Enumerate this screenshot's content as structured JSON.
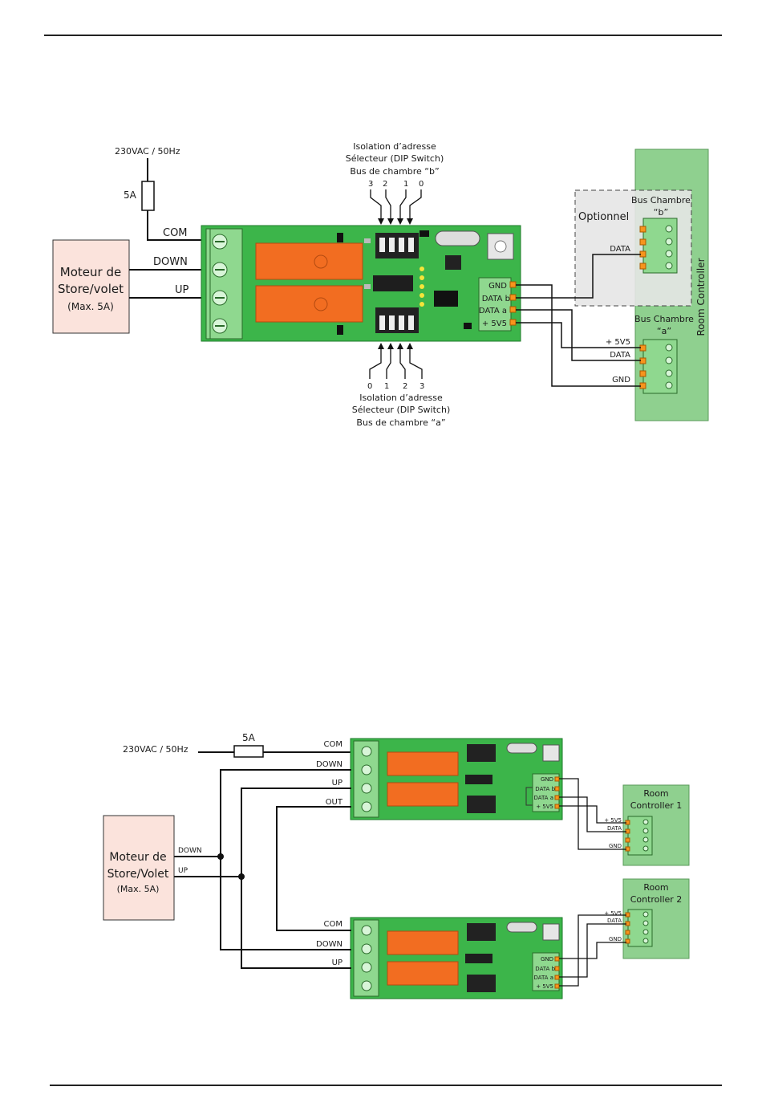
{
  "diagram1": {
    "supply_label": "230VAC / 50Hz",
    "fuse_label": "5A",
    "motor_line1": "Moteur de",
    "motor_line2": "Store/volet",
    "motor_line3": "(Max. 5A)",
    "terminal_com": "COM",
    "terminal_down": "DOWN",
    "terminal_up": "UP",
    "dip_b_line1": "Isolation d’adresse",
    "dip_b_line2": "Sélecteur (DIP Switch)",
    "dip_b_line3": "Bus de chambre “b”",
    "dip_b_bits": [
      "3",
      "2",
      "1",
      "0"
    ],
    "dip_a_bits": [
      "0",
      "1",
      "2",
      "3"
    ],
    "dip_a_line1": "Isolation d’adresse",
    "dip_a_line2": "Sélecteur (DIP Switch)",
    "dip_a_line3": "Bus de chambre “a”",
    "pin_gnd": "GND",
    "pin_data_b": "DATA b",
    "pin_data_a": "DATA a",
    "pin_5v5": "+ 5V5",
    "optional_label": "Optionnel",
    "bus_b_line1": "Bus Chambre",
    "bus_b_line2": "“b”",
    "bus_b_data": "DATA",
    "bus_a_line1": "Bus Chambre",
    "bus_a_line2": "“a”",
    "bus_a_5v5": "+ 5V5",
    "bus_a_data": "DATA",
    "bus_a_gnd": "GND",
    "room_controller": "Room Controller"
  },
  "diagram2": {
    "supply_label": "230VAC / 50Hz",
    "fuse_label": "5A",
    "m1_com": "COM",
    "m1_down": "DOWN",
    "m1_up": "UP",
    "m1_out": "OUT",
    "m2_com": "COM",
    "m2_down": "DOWN",
    "m2_up": "UP",
    "motor_line1": "Moteur de",
    "motor_line2": "Store/Volet",
    "motor_line3": "(Max. 5A)",
    "motor_down": "DOWN",
    "motor_up": "UP",
    "pin_gnd": "GND",
    "pin_data_b": "DATA b",
    "pin_data_a": "DATA a",
    "pin_5v5": "+ 5V5",
    "rc1_line1": "Room",
    "rc1_line2": "Controller 1",
    "rc1_5v5": "+ 5V5",
    "rc1_data": "DATA",
    "rc1_gnd": "GND",
    "rc2_line1": "Room",
    "rc2_line2": "Controller 2",
    "rc2_5v5": "+ 5V5",
    "rc2_data": "DATA",
    "rc2_gnd": "GND"
  },
  "colors": {
    "board": "#3cb54a",
    "relay": "#f26d21",
    "terminal": "#8fd88f",
    "pin": "#f7941d",
    "room_controller": "#8fd08f",
    "motor_box": "#fbe3dc",
    "optional_box": "#e6e6e6"
  }
}
